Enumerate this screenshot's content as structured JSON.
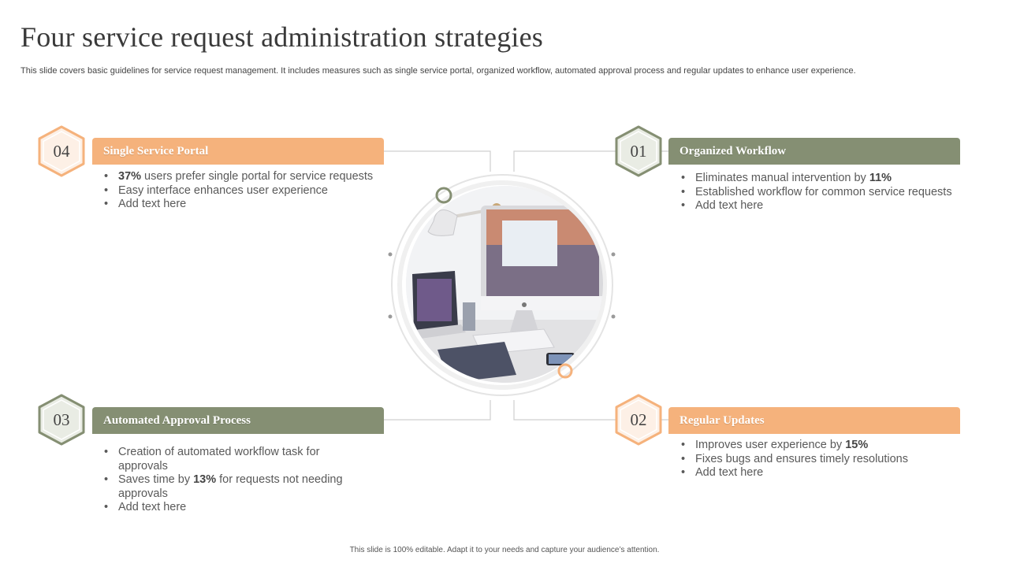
{
  "title": "Four service request administration strategies",
  "subtitle": "This slide covers basic guidelines for service request management. It includes measures such as single service portal, organized workflow, automated approval process and regular updates to enhance user experience.",
  "footer": "This slide is 100% editable.  Adapt it to your needs and capture your audience’s attention.",
  "colors": {
    "orange": "#f5b27c",
    "green": "#858f73",
    "orange_hex_fill": "#fdf0e6",
    "green_hex_fill": "#e9ece4"
  },
  "strategies": [
    {
      "number": "04",
      "heading": "Single Service Portal",
      "bullets": [
        {
          "bold": "37%",
          "text": " users prefer single portal for service requests"
        },
        {
          "bold": "",
          "text": "Easy interface enhances user experience"
        },
        {
          "bold": "",
          "text": "Add text here"
        }
      ]
    },
    {
      "number": "01",
      "heading": "Organized Workflow",
      "bullets": [
        {
          "text": "Eliminates manual intervention by ",
          "bold": "11%"
        },
        {
          "bold": "",
          "text": "Established workflow for common service requests"
        },
        {
          "bold": "",
          "text": "Add text here"
        }
      ]
    },
    {
      "number": "03",
      "heading": "Automated Approval Process",
      "bullets": [
        {
          "bold": "",
          "text": "Creation of automated workflow task for approvals"
        },
        {
          "pre": "Saves time by ",
          "bold": "13%",
          "text": " for requests not needing approvals"
        },
        {
          "bold": "",
          "text": "Add text here"
        }
      ]
    },
    {
      "number": "02",
      "heading": "Regular Updates",
      "bullets": [
        {
          "text": "Improves user experience by ",
          "bold": "15%"
        },
        {
          "bold": "",
          "text": "Fixes bugs and ensures timely resolutions"
        },
        {
          "bold": "",
          "text": "Add text here"
        }
      ]
    }
  ]
}
